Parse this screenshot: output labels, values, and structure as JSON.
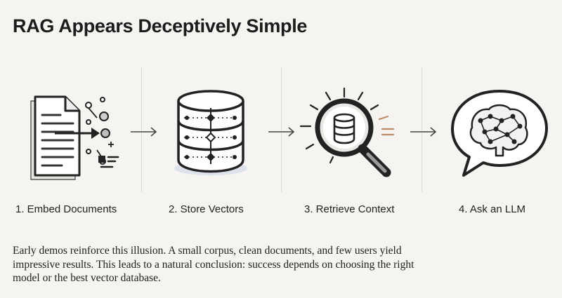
{
  "title": "RAG Appears Deceptively Simple",
  "steps": [
    {
      "label": "1. Embed Documents",
      "icon": "document-embedding-icon"
    },
    {
      "label": "2. Store Vectors",
      "icon": "vector-database-icon"
    },
    {
      "label": "3. Retrieve Context",
      "icon": "magnifier-database-icon"
    },
    {
      "label": "4. Ask an LLM",
      "icon": "brain-speech-bubble-icon"
    }
  ],
  "body_text": "Early demos reinforce this illusion. A small corpus, clean documents, and few users yield impressive results. This leads to a natural conclusion: success depends on choosing the right model or the best vector database.",
  "colors": {
    "accent": "#c08a6a",
    "ink": "#1c1c1c",
    "background": "#f5f4f1"
  }
}
